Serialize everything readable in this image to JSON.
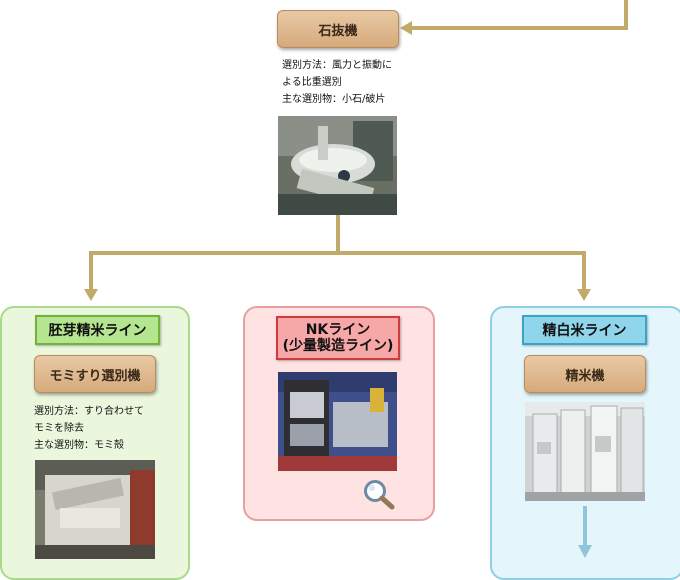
{
  "top": {
    "machine_label": "石抜機",
    "desc_lines": [
      "選別方法：風力と振動に",
      "よる比重選別",
      "主な選別物：小石/破片"
    ]
  },
  "lines": {
    "left": {
      "title": "胚芽精米ライン",
      "machine_label": "モミすり選別機",
      "desc_lines": [
        "選別方法：すり合わせて",
        "モミを除去",
        "主な選別物：モミ殻"
      ]
    },
    "center": {
      "title_lines": [
        "NKライン",
        "(少量製造ライン)"
      ]
    },
    "right": {
      "title": "精白米ライン",
      "machine_label": "精米機"
    }
  },
  "colors": {
    "connector": "#c2aa6a",
    "down_arrow": "#8fc6dc"
  },
  "icons": {
    "zoom": "magnifier-icon"
  }
}
